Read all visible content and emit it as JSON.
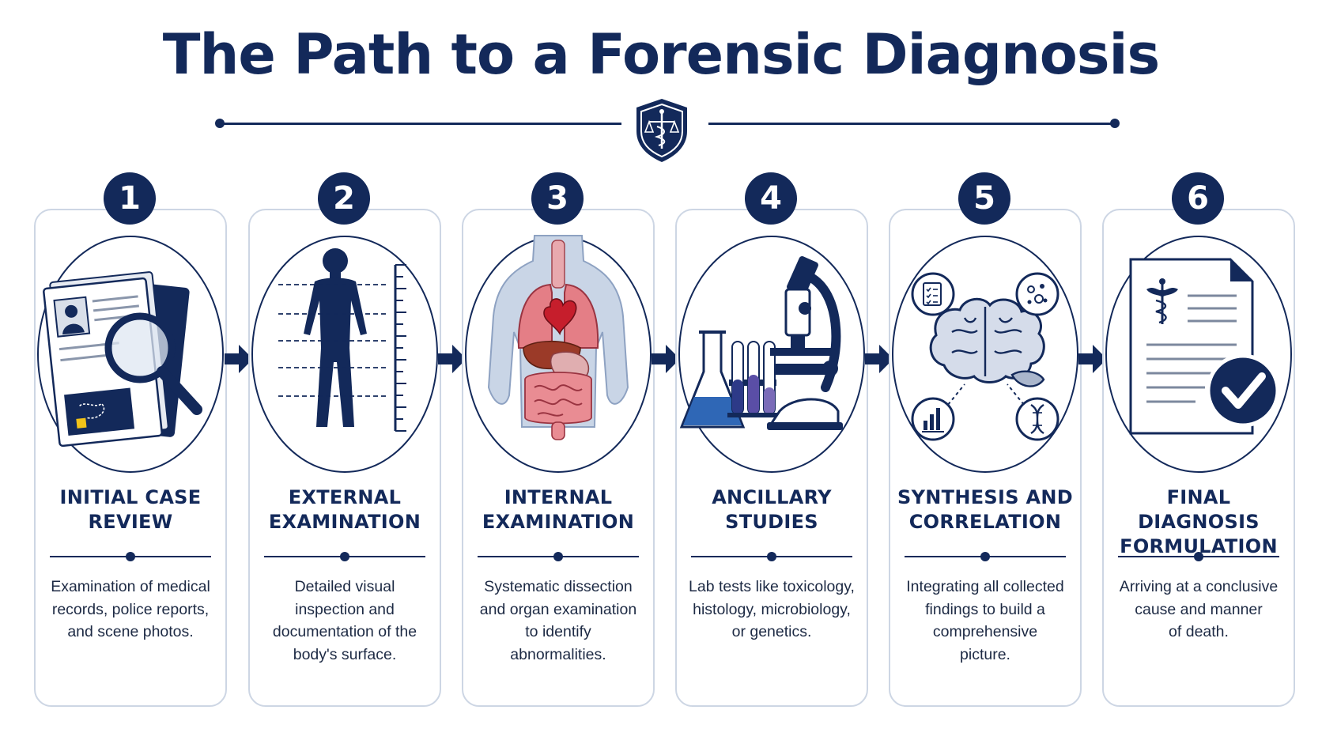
{
  "title": "The Path to a Forensic Diagnosis",
  "colors": {
    "navy": "#13295a",
    "card_border": "#cdd6e4",
    "text": "#1d2a44"
  },
  "steps": [
    {
      "number": "1",
      "heading_lines": [
        "INITIAL CASE",
        "REVIEW"
      ],
      "icon": "case-file-magnifier-icon",
      "description_lines": [
        "Examination of medical",
        "records, police reports,",
        "and scene photos."
      ]
    },
    {
      "number": "2",
      "heading_lines": [
        "EXTERNAL",
        "EXAMINATION"
      ],
      "icon": "body-measurement-icon",
      "description_lines": [
        "Detailed visual",
        "inspection and",
        "documentation of the",
        "body's surface."
      ]
    },
    {
      "number": "3",
      "heading_lines": [
        "INTERNAL",
        "EXAMINATION"
      ],
      "icon": "internal-organs-icon",
      "description_lines": [
        "Systematic dissection",
        "and organ examination",
        "to identify",
        "abnormalities."
      ]
    },
    {
      "number": "4",
      "heading_lines": [
        "ANCILLARY",
        "STUDIES"
      ],
      "icon": "lab-microscope-icon",
      "description_lines": [
        "Lab tests like toxicology,",
        "histology, microbiology,",
        "or genetics."
      ]
    },
    {
      "number": "5",
      "heading_lines": [
        "SYNTHESIS AND",
        "CORRELATION"
      ],
      "icon": "brain-network-icon",
      "description_lines": [
        "Integrating all collected",
        "findings to build a",
        "comprehensive",
        "picture."
      ]
    },
    {
      "number": "6",
      "heading_lines": [
        "FINAL DIAGNOSIS",
        "FORMULATION"
      ],
      "icon": "diagnosis-report-check-icon",
      "description_lines": [
        "Arriving at a conclusive",
        "cause and manner",
        "of death."
      ]
    }
  ]
}
